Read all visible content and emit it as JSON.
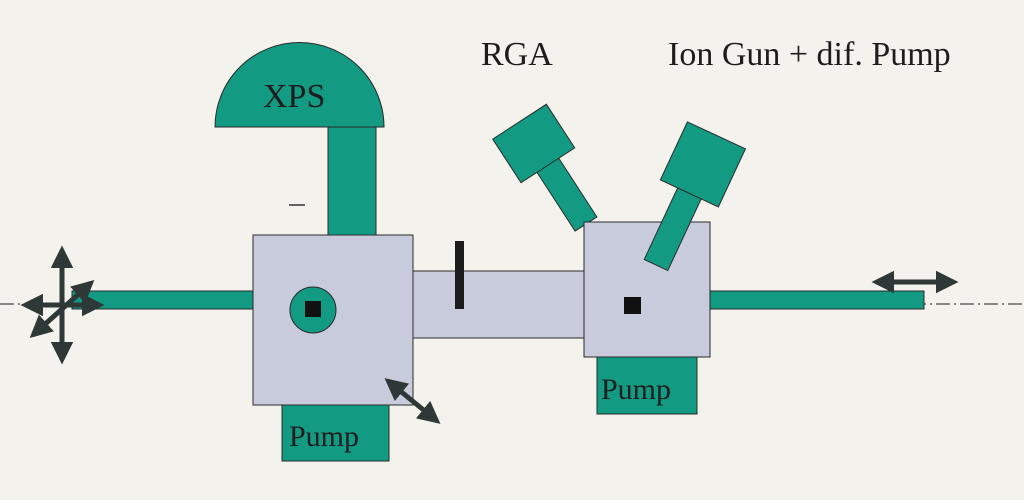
{
  "labels": {
    "xps": "XPS",
    "rga": "RGA",
    "ion_gun": "Ion Gun + dif. Pump",
    "pump_left": "Pump",
    "pump_right": "Pump"
  },
  "colors": {
    "background": "#f4f2ec",
    "component_teal": "#139a82",
    "chamber_lavender": "#c8cbdc",
    "outline": "#2a2a2a",
    "arrow": "#2e3836"
  }
}
